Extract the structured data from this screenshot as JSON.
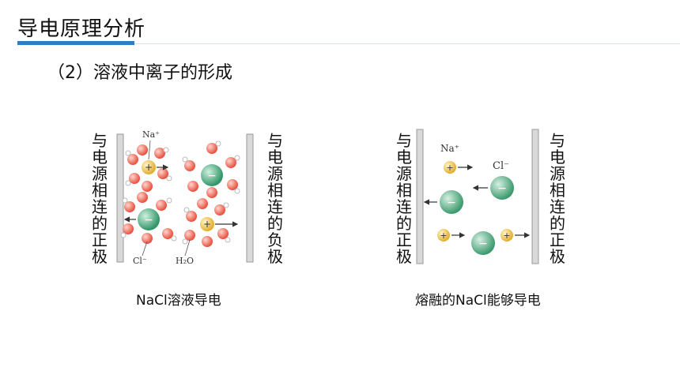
{
  "header": {
    "title": "导电原理分析",
    "subtitle": "（2）溶液中离子的形成"
  },
  "left_panel": {
    "left_label": "与电源相连的正极",
    "right_label": "与电源相连的负极",
    "na_label": "Na⁺",
    "cl_label": "Cl⁻",
    "water_label": "H₂O",
    "caption": "NaCl溶液导电"
  },
  "right_panel": {
    "left_label": "与电源相连的正极",
    "right_label": "与电源相连的正极",
    "na_label": "Na⁺",
    "cl_label": "Cl⁻",
    "caption": "熔融的NaCl能够导电"
  },
  "colors": {
    "accent": "#2f7ec4",
    "cation": "#f0c95a",
    "anion": "#4fae86",
    "oxygen": "#ef6a5a",
    "electrode": "#d6d6d6"
  }
}
